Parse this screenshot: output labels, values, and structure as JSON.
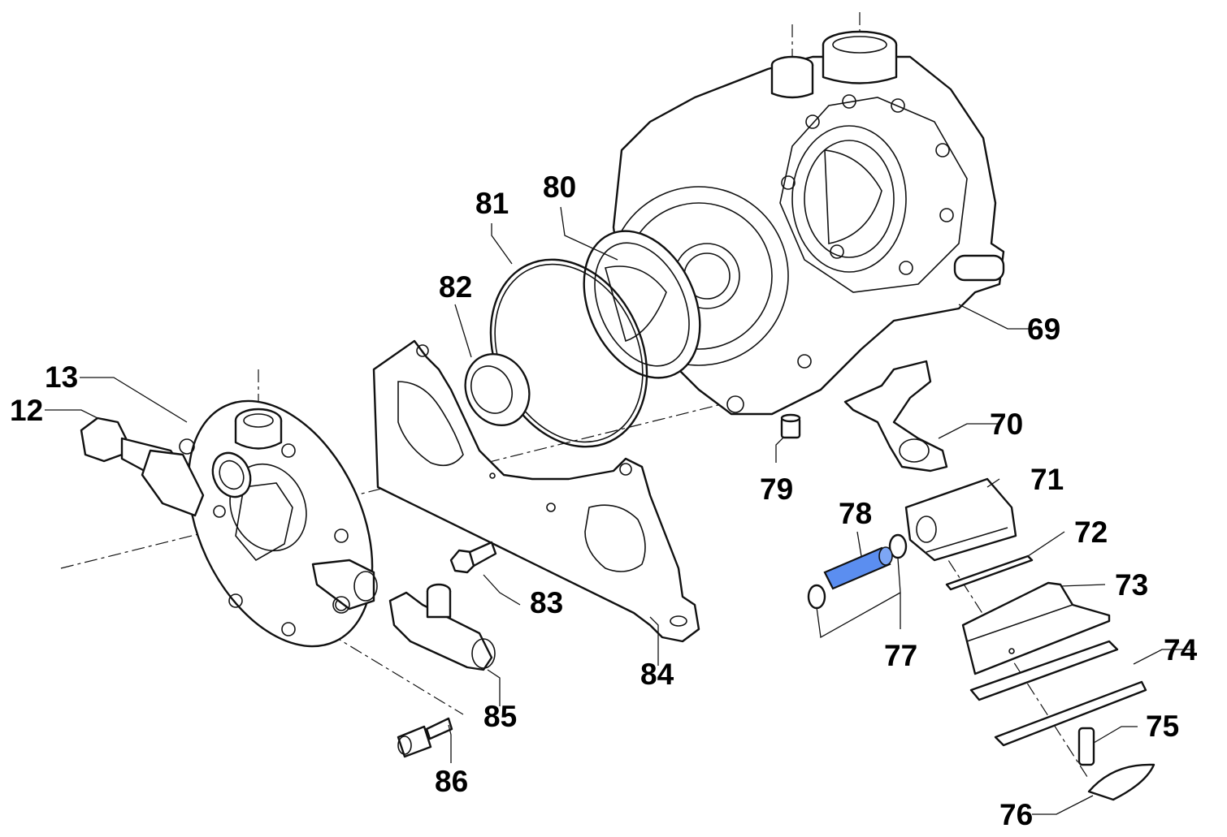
{
  "highlight_color": "#5b8ef0",
  "callouts": {
    "c12": "12",
    "c13": "13",
    "c69": "69",
    "c70": "70",
    "c71": "71",
    "c72": "72",
    "c73": "73",
    "c74": "74",
    "c75": "75",
    "c76": "76",
    "c77": "77",
    "c78": "78",
    "c79": "79",
    "c80": "80",
    "c81": "81",
    "c82": "82",
    "c83": "83",
    "c84": "84",
    "c85": "85",
    "c86": "86"
  }
}
